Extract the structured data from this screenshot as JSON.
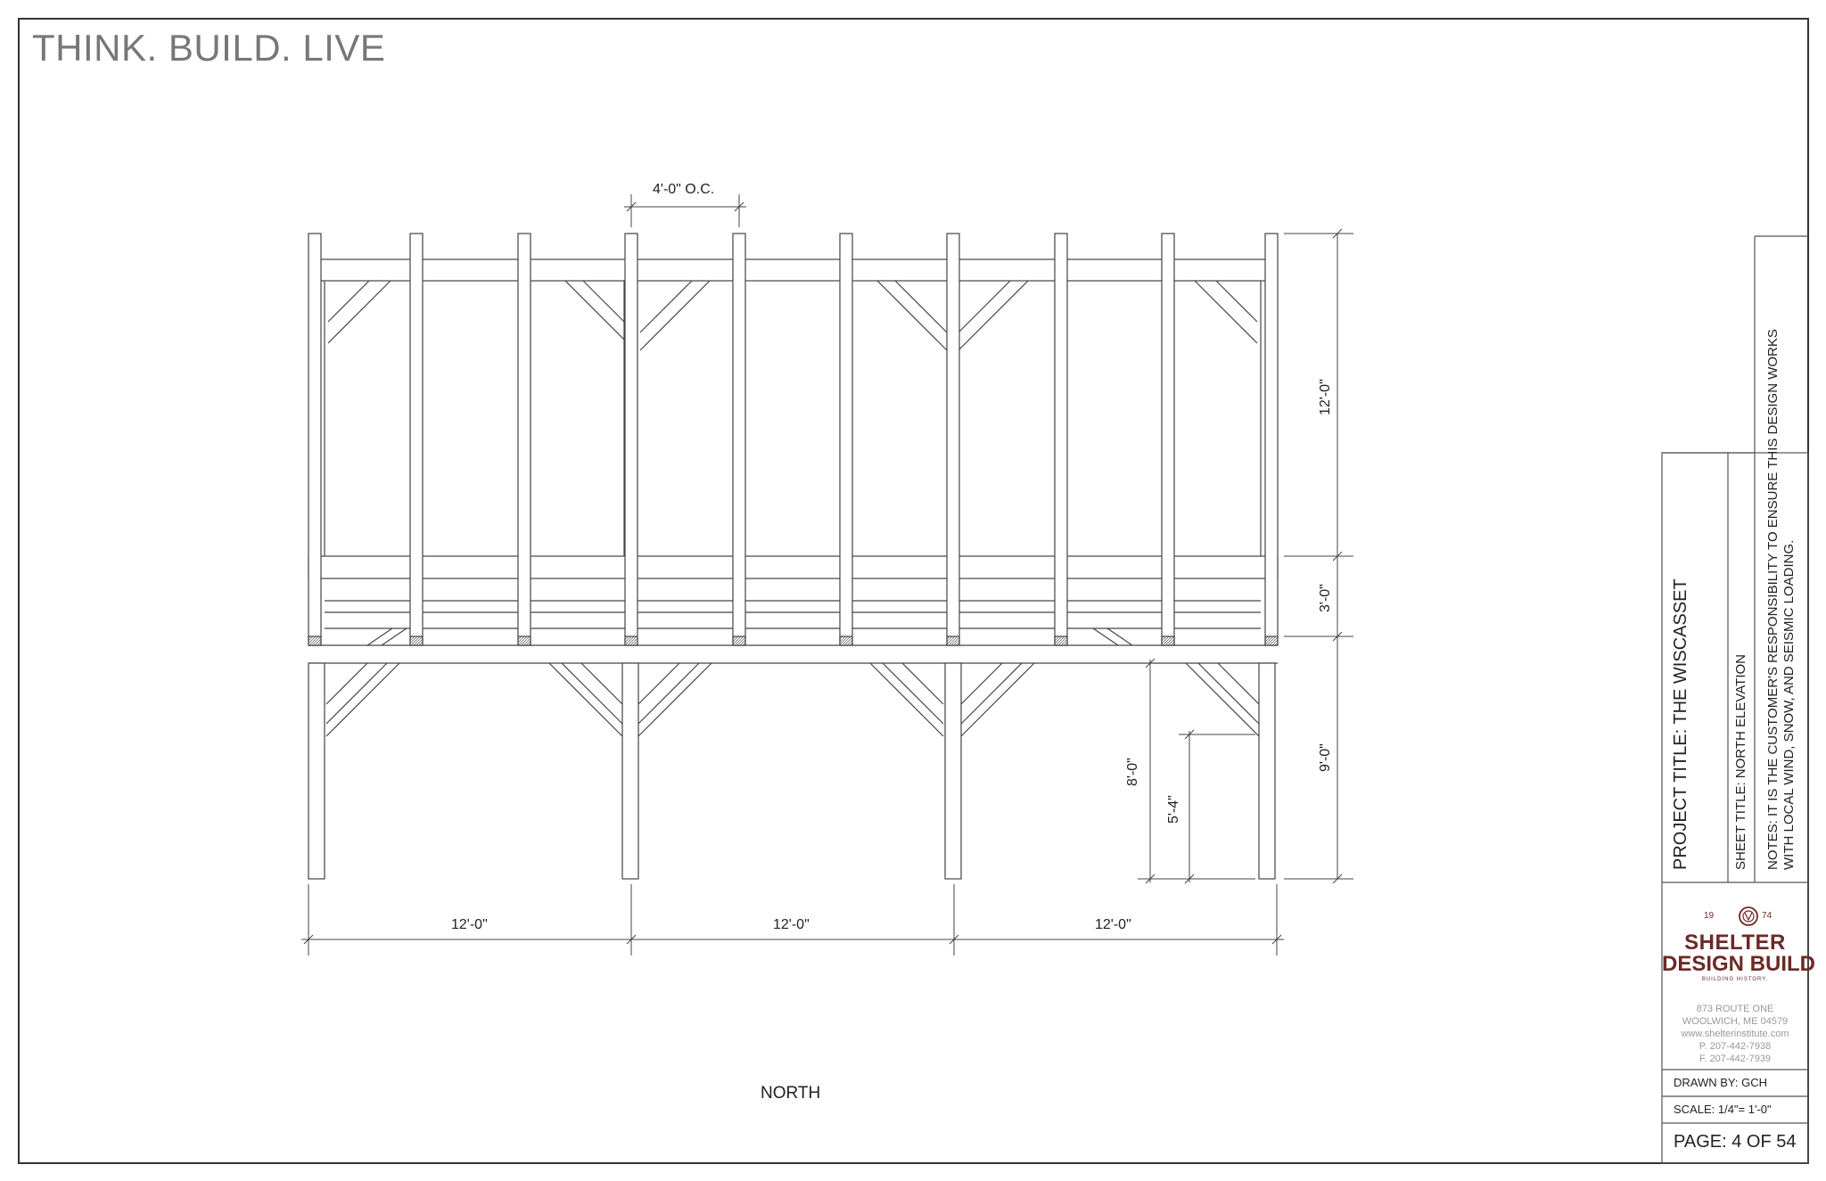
{
  "slogan": "THINK. BUILD. LIVE",
  "drawing": {
    "view_label": "NORTH",
    "dims": {
      "spacing_top": "4'-0\" O.C.",
      "upper_height": "12'-0\"",
      "rail_height": "3'-0\"",
      "lower_height": "9'-0\"",
      "door_height": "8'-0\"",
      "window_height": "5'-4\"",
      "bay": "12'-0\""
    }
  },
  "title_block": {
    "project_title": "PROJECT TITLE:  THE WISCASSET",
    "sheet_title": "SHEET TITLE:  NORTH ELEVATION",
    "notes_line1": "NOTES:  IT IS THE CUSTOMER'S RESPONSIBILITY TO ENSURE THIS DESIGN WORKS",
    "notes_line2": "WITH LOCAL WIND, SNOW, AND SEISMIC LOADING.",
    "logo": {
      "year_left": "19",
      "year_right": "74",
      "line1": "SHELTER",
      "line2": "DESIGN BUILD",
      "tagline": "BUILDING HISTORY."
    },
    "address": [
      "873 ROUTE ONE",
      "WOOLWICH, ME 04579",
      "www.shelterinstitute.com",
      "P. 207-442-7938",
      "F. 207-442-7939"
    ],
    "drawn_by": "DRAWN BY: GCH",
    "scale": "SCALE:   1/4\"= 1'-0\"",
    "page": "PAGE: 4  OF  54"
  },
  "colors": {
    "line": "#444444",
    "logo": "#6b2a26",
    "slogan": "#777777"
  }
}
